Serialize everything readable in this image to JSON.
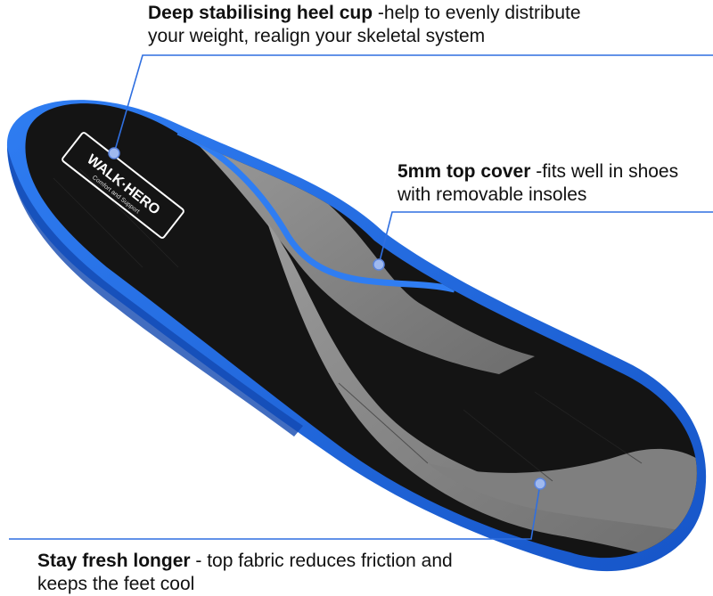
{
  "brand": {
    "logo_text": "WALK·HERO",
    "tagline": "Comfort and Support"
  },
  "callouts": [
    {
      "bold": "Deep stabilising heel cup",
      "rest": " -help to evenly distribute",
      "line2": "your weight, realign your skeletal system"
    },
    {
      "bold": "5mm top cover",
      "rest": " -fits well in shoes",
      "line2": "with removable insoles"
    },
    {
      "bold": "Stay fresh longer",
      "rest": " - top fabric reduces friction and",
      "line2": "keeps the feet cool"
    }
  ],
  "colors": {
    "accent_blue": "#2f6fe0",
    "insole_blue": "#1f6fe8",
    "insole_black": "#141414",
    "insole_grey": "#8a8a8a",
    "text": "#111111"
  }
}
